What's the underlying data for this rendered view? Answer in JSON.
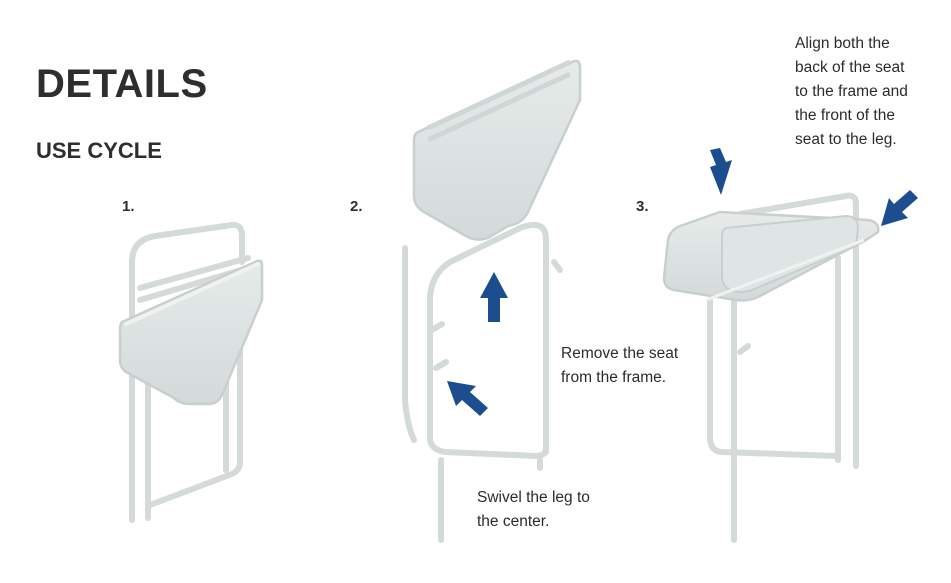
{
  "heading": "DETAILS",
  "subheading": "USE CYCLE",
  "steps": [
    {
      "number": "1.",
      "caption": ""
    },
    {
      "number": "2.",
      "caption_a": "Remove the seat\nfrom the frame.",
      "caption_b": "Swivel the leg to\nthe center."
    },
    {
      "number": "3.",
      "caption": "Align both the\nback of the seat\nto the frame and\nthe front of the\nseat to the leg."
    }
  ],
  "colors": {
    "arrow": "#1c4e8f",
    "frame_stroke": "#d5dcdb",
    "frame_fill": "#e9eeed",
    "seat_fill": "#dfe5e4",
    "text": "#2e2e2e"
  }
}
